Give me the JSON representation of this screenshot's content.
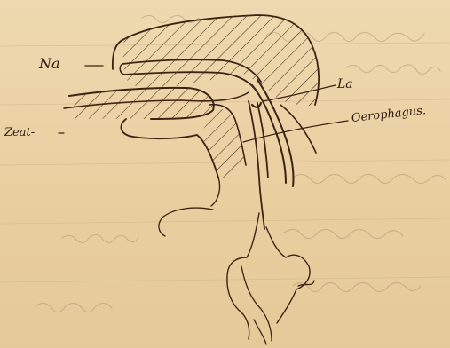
{
  "labels": {
    "na": "Na",
    "la": "La",
    "oesophagus": "Oerophagus.",
    "zeat": "Zeat-"
  }
}
